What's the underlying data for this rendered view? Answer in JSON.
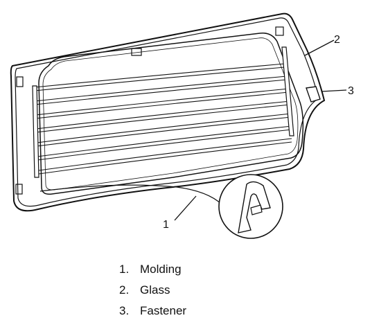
{
  "callouts": {
    "molding": "1",
    "glass": "2",
    "fastener": "3"
  },
  "legend": [
    {
      "number": "1.",
      "label": "Molding"
    },
    {
      "number": "2.",
      "label": "Glass"
    },
    {
      "number": "3.",
      "label": "Fastener"
    }
  ],
  "colors": {
    "line": "#111111",
    "background": "#ffffff"
  }
}
